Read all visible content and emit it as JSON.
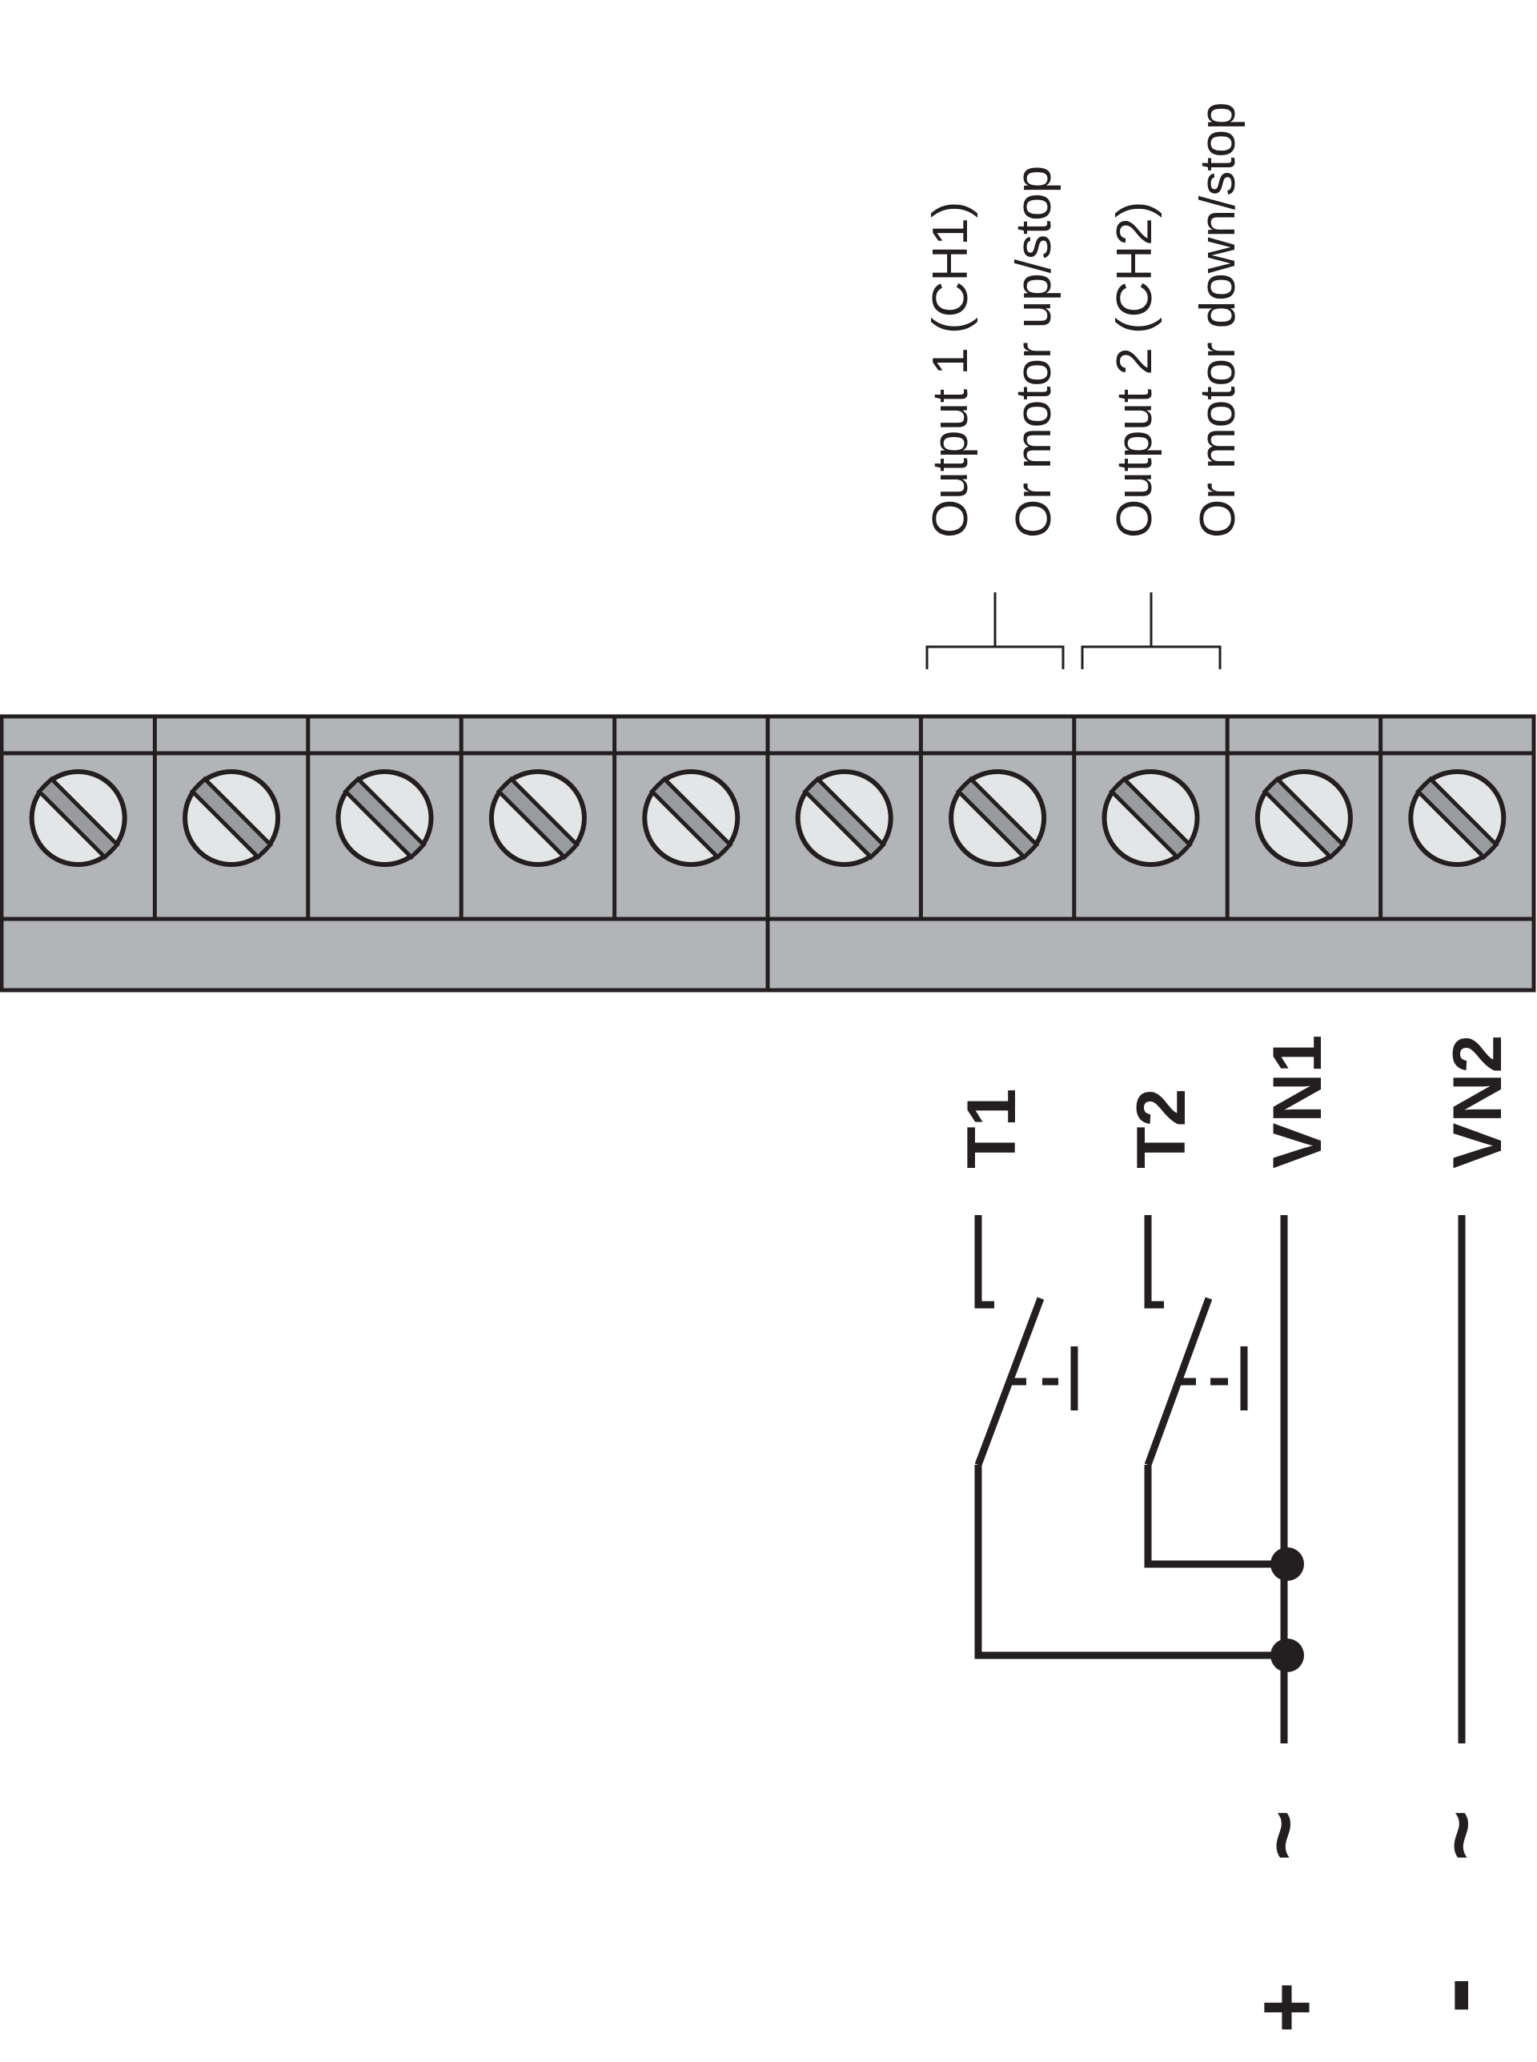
{
  "diagram": {
    "outputs": [
      {
        "line1": "Output 1 (CH1)",
        "line2": "Or motor up/stop"
      },
      {
        "line1": "Output 2 (CH2)",
        "line2": "Or motor down/stop"
      }
    ],
    "terminals": [
      "T1",
      "T2",
      "VN1",
      "VN2"
    ],
    "supply": {
      "plus_symbol": "+",
      "minus_symbol": "-",
      "ac_symbol_1": "~",
      "ac_symbol_2": "~"
    },
    "terminal_block": {
      "screw_count": 10
    },
    "colors": {
      "line": "#231f20",
      "block_fill": "#b3b4b7",
      "screw_head": "#e4e5e6",
      "screw_slot": "#9a9b9e"
    }
  }
}
